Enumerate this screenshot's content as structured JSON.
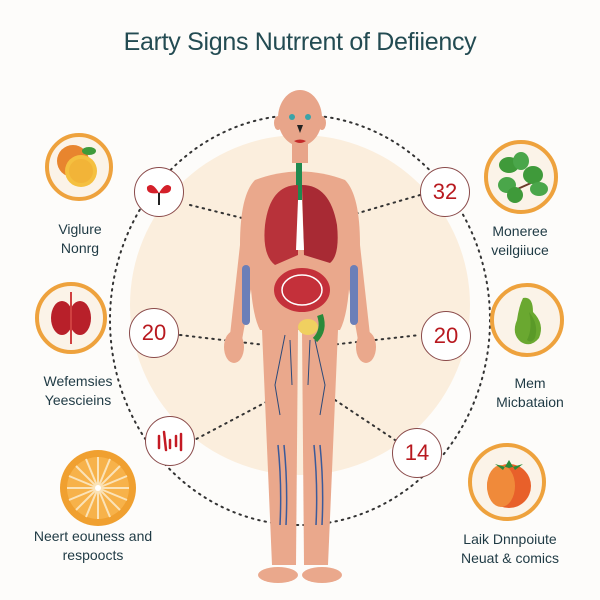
{
  "title": "Earty Signs Nutrrent of Defiiency",
  "left_items": [
    {
      "icon": "orange-fruit-icon",
      "label_line1": "Viglure",
      "label_line2": "Nonrg"
    },
    {
      "icon": "lungs-icon",
      "label_line1": "Wefemsies",
      "label_line2": "Yeescieins"
    },
    {
      "icon": "orange-slice-icon",
      "label_line1": "Neert eouness and",
      "label_line2": "respoocts"
    }
  ],
  "right_items": [
    {
      "icon": "leafy-greens-icon",
      "label_line1": "Moneree",
      "label_line2": "veilgiiuce"
    },
    {
      "icon": "green-pepper-icon",
      "label_line1": "Mem",
      "label_line2": "Micbataion"
    },
    {
      "icon": "tomato-icon",
      "label_line1": "Laik Dnnpoiute",
      "label_line2": "Neuat & comics"
    }
  ],
  "badges": {
    "left_top": {
      "icon": "ginkgo-leaf-icon"
    },
    "left_mid": {
      "value": "20"
    },
    "left_bottom": {
      "icon": "red-strands-icon"
    },
    "right_top": {
      "value": "32"
    },
    "right_mid": {
      "value": "20"
    },
    "right_bottom": {
      "value": "14"
    }
  },
  "colors": {
    "title": "#234b52",
    "accent_orange": "#eea23d",
    "badge_red": "#b8191f",
    "background_circle": "#fbeedd"
  }
}
